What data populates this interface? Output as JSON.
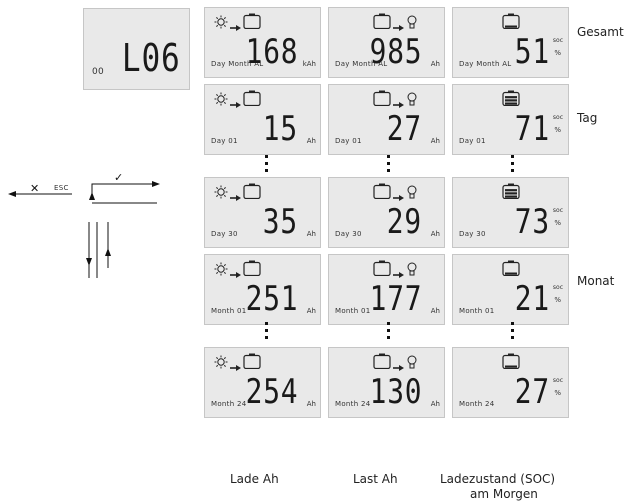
{
  "lcd_single": {
    "prefix": "00",
    "value": "L06"
  },
  "esc_label": "ESC",
  "right_labels": {
    "gesamt": "Gesamt",
    "tag": "Tag",
    "monat": "Monat"
  },
  "bottom_labels": {
    "lade": "Lade Ah",
    "last": "Last Ah",
    "soc_line1": "Ladezustand (SOC)",
    "soc_line2": "am Morgen"
  },
  "units": {
    "ah": "Ah",
    "kah": "kAh",
    "soc": "soc",
    "pct": "%"
  },
  "rows": [
    {
      "name": "gesamt",
      "lade": {
        "label": "Day Month AL",
        "value": "168"
      },
      "last": {
        "label": "Day Month AL",
        "value": "985"
      },
      "soc": {
        "label": "Day Month AL",
        "value": "51",
        "bars": 1
      }
    },
    {
      "name": "tag1",
      "lade": {
        "label": "Day 01",
        "value": "15"
      },
      "last": {
        "label": "Day 01",
        "value": "27"
      },
      "soc": {
        "label": "Day 01",
        "value": "71",
        "bars": 3
      }
    },
    {
      "name": "tag30",
      "lade": {
        "label": "Day 30",
        "value": "35"
      },
      "last": {
        "label": "Day 30",
        "value": "29"
      },
      "soc": {
        "label": "Day 30",
        "value": "73",
        "bars": 3
      }
    },
    {
      "name": "monat1",
      "lade": {
        "label": "Month 01",
        "value": "251"
      },
      "last": {
        "label": "Month 01",
        "value": "177"
      },
      "soc": {
        "label": "Month 01",
        "value": "21",
        "bars": 1
      }
    },
    {
      "name": "monat24",
      "lade": {
        "label": "Month 24",
        "value": "254"
      },
      "last": {
        "label": "Month 24",
        "value": "130"
      },
      "soc": {
        "label": "Month 24",
        "value": "27",
        "bars": 1
      }
    }
  ]
}
